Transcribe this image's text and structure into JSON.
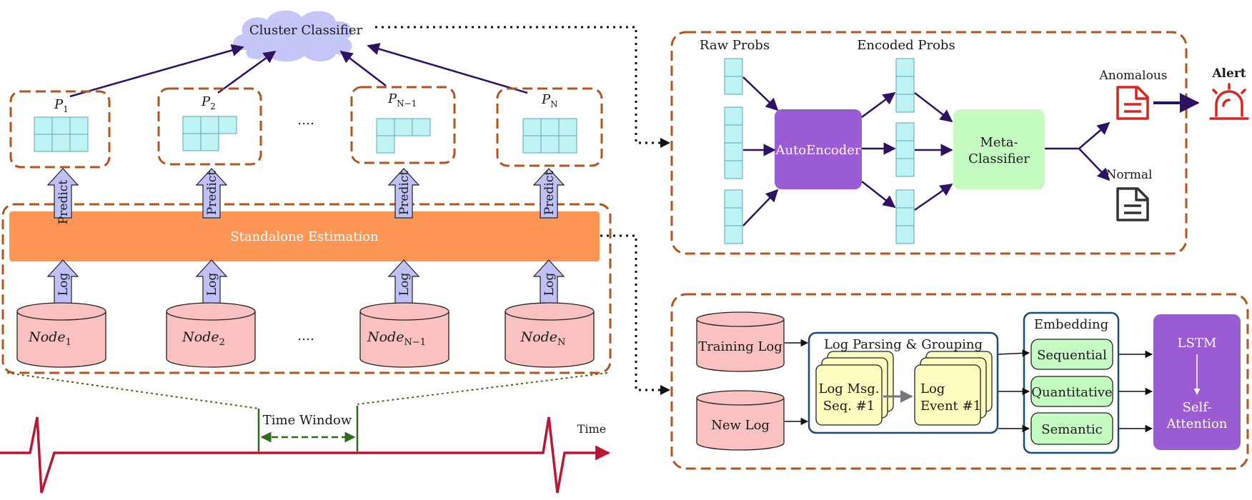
{
  "colors": {
    "dash_box": "#b5531c",
    "arrow": "#2e1163",
    "orange": "#fd9654",
    "cylinder": "#fbc0c0",
    "grid_cell": "#bff3f3",
    "up_arrow": "#bfc0f5",
    "purple": "#9a5bd3",
    "green_box": "#c4fcc2",
    "yellow_card": "#fefdc0",
    "dark_blue": "#1b4d78",
    "red": "#d7251f",
    "time_wave": "#bb1633",
    "dotted_green": "#3c6b1d"
  },
  "left": {
    "cluster_classifier": "Cluster Classifier",
    "standalone": "Standalone Estimation",
    "ellipsis": "….",
    "predict_label": "Predict",
    "log_label": "Log",
    "p_labels": [
      {
        "base": "P",
        "sub": "1"
      },
      {
        "base": "P",
        "sub": "2"
      },
      {
        "base": "P",
        "sub": "N−1"
      },
      {
        "base": "P",
        "sub": "N"
      }
    ],
    "nodes": [
      {
        "base": "Node",
        "sub": "1"
      },
      {
        "base": "Node",
        "sub": "2"
      },
      {
        "base": "Node",
        "sub": "N−1"
      },
      {
        "base": "Node",
        "sub": "N"
      }
    ],
    "time_window": "Time Window",
    "time": "Time"
  },
  "top_right": {
    "raw_probs": "Raw Probs",
    "encoded_probs": "Encoded Probs",
    "autoencoder": "AutoEncoder",
    "meta_line1": "Meta-",
    "meta_line2": "Classifier",
    "anomalous": "Anomalous",
    "normal": "Normal",
    "alert": "Alert"
  },
  "bottom_right": {
    "training_log": "Training Log",
    "new_log": "New Log",
    "parsing_title": "Log Parsing & Grouping",
    "msg_line1": "Log Msg.",
    "msg_line2": "Seq. #1",
    "event_line1": "Log",
    "event_line2": "Event #1",
    "embedding": "Embedding",
    "sequential": "Sequential",
    "quantitative": "Quantitative",
    "semantic": "Semantic",
    "lstm": "LSTM",
    "self_line1": "Self-",
    "self_line2": "Attention"
  }
}
